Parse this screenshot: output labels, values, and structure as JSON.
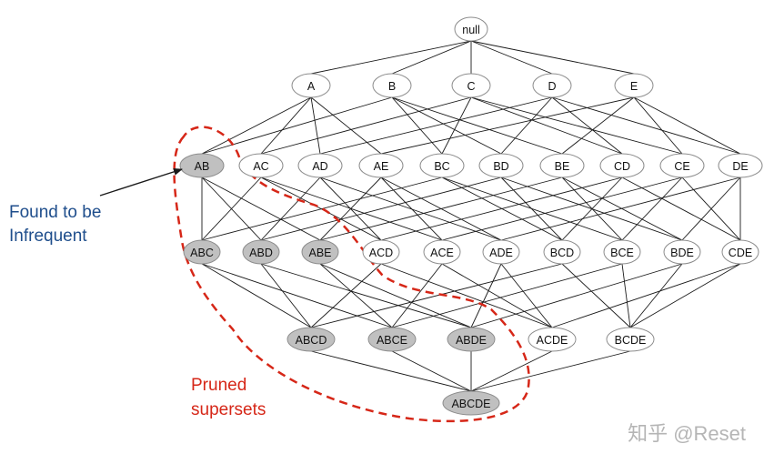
{
  "diagram": {
    "levels": [
      [
        "null"
      ],
      [
        "A",
        "B",
        "C",
        "D",
        "E"
      ],
      [
        "AB",
        "AC",
        "AD",
        "AE",
        "BC",
        "BD",
        "BE",
        "CD",
        "CE",
        "DE"
      ],
      [
        "ABC",
        "ABD",
        "ABE",
        "ACD",
        "ACE",
        "ADE",
        "BCD",
        "BCE",
        "BDE",
        "CDE"
      ],
      [
        "ABCD",
        "ABCE",
        "ABDE",
        "ACDE",
        "BCDE"
      ],
      [
        "ABCDE"
      ]
    ],
    "infrequent_itemset": "AB",
    "pruned_supersets": [
      "ABC",
      "ABD",
      "ABE",
      "ABCD",
      "ABCE",
      "ABDE",
      "ABCDE"
    ],
    "colors": {
      "node_fill": "#ffffff",
      "node_stroke": "#8c8c8c",
      "pruned_fill": "#c0c0c0",
      "edge": "#1a1a1a",
      "dashed_boundary": "#d62718",
      "annotation_blue": "#1f4e8c",
      "annotation_red": "#d62718",
      "watermark": "#b5b5b5"
    }
  },
  "annotations": {
    "found_line1": "Found to be",
    "found_line2": "Infrequent",
    "pruned_line1": "Pruned",
    "pruned_line2": "supersets"
  },
  "watermark": "知乎 @Reset"
}
